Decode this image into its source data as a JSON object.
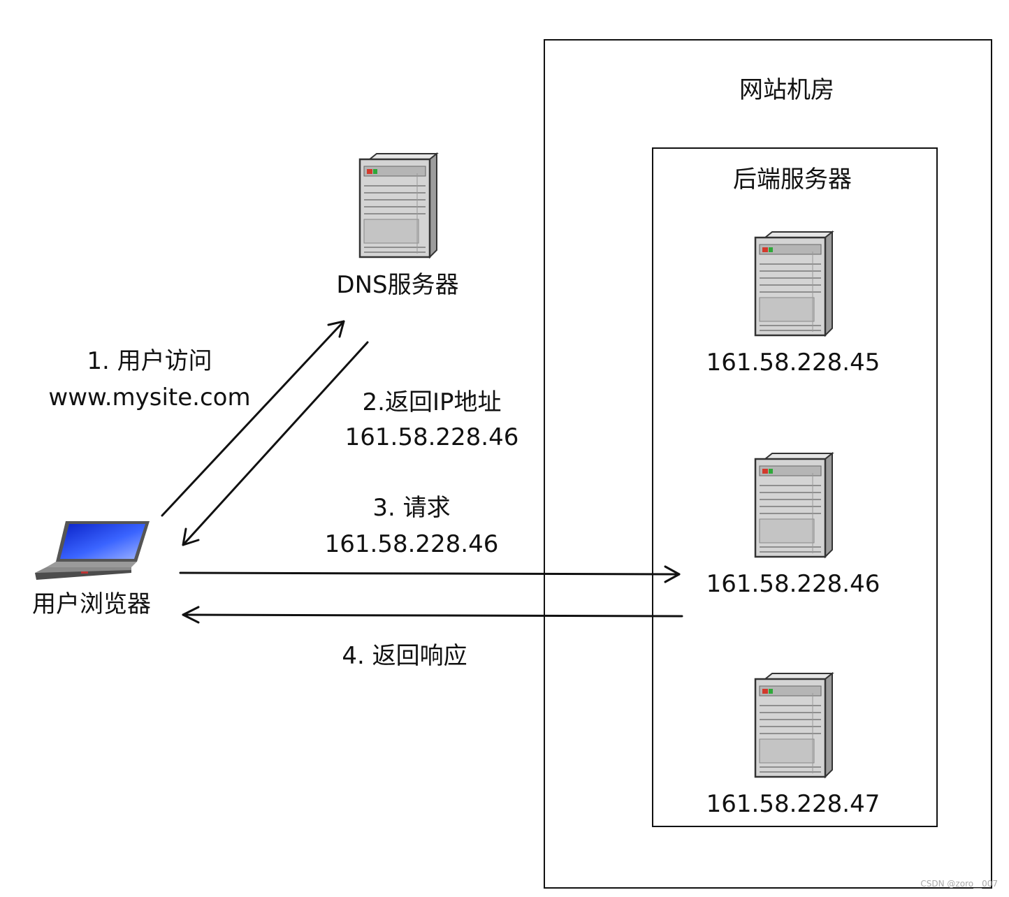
{
  "datacenter": {
    "label": "网站机房"
  },
  "backend": {
    "label": "后端服务器"
  },
  "dns": {
    "label": "DNS服务器",
    "icon": "dns-server-icon"
  },
  "browser": {
    "label": "用户浏览器",
    "icon": "laptop-icon"
  },
  "servers": [
    {
      "ip": "161.58.228.45",
      "icon": "server-icon"
    },
    {
      "ip": "161.58.228.46",
      "icon": "server-icon"
    },
    {
      "ip": "161.58.228.47",
      "icon": "server-icon"
    }
  ],
  "steps": {
    "s1": {
      "title": "1. 用户访问",
      "detail": "www.mysite.com"
    },
    "s2": {
      "title": "2.返回IP地址",
      "detail": "161.58.228.46"
    },
    "s3": {
      "title": "3. 请求",
      "detail": "161.58.228.46"
    },
    "s4": {
      "title": "4. 返回响应"
    }
  },
  "watermark": "CSDN @zoro__007",
  "colors": {
    "line": "#111111",
    "screen_blue": "#1a3cff",
    "server_gray": "#c8c8c8"
  }
}
